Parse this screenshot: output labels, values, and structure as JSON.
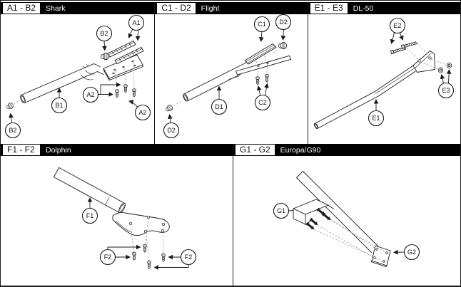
{
  "sheet": {
    "background": "#ffffff",
    "line_color": "#1a1a1a",
    "header_bar_color": "#000000"
  },
  "panels": [
    {
      "range": "A1 - B2",
      "model": "Shark",
      "callouts": {
        "a1": "A1",
        "a2": "A2",
        "b1": "B1",
        "b2": "B2"
      }
    },
    {
      "range": "C1 - D2",
      "model": "Flight",
      "callouts": {
        "c1": "C1",
        "c2": "C2",
        "d1": "D1",
        "d2": "D2"
      }
    },
    {
      "range": "E1 - E3",
      "model": "DL-50",
      "callouts": {
        "e1": "E1",
        "e2": "E2",
        "e3": "E3"
      }
    },
    {
      "range": "F1 - F2",
      "model": "Dolphin",
      "callouts": {
        "f1": "F1",
        "f2": "F2"
      }
    },
    {
      "range": "G1 - G2",
      "model": "Europa/G90",
      "callouts": {
        "g1": "G1",
        "g2": "G2"
      }
    }
  ]
}
